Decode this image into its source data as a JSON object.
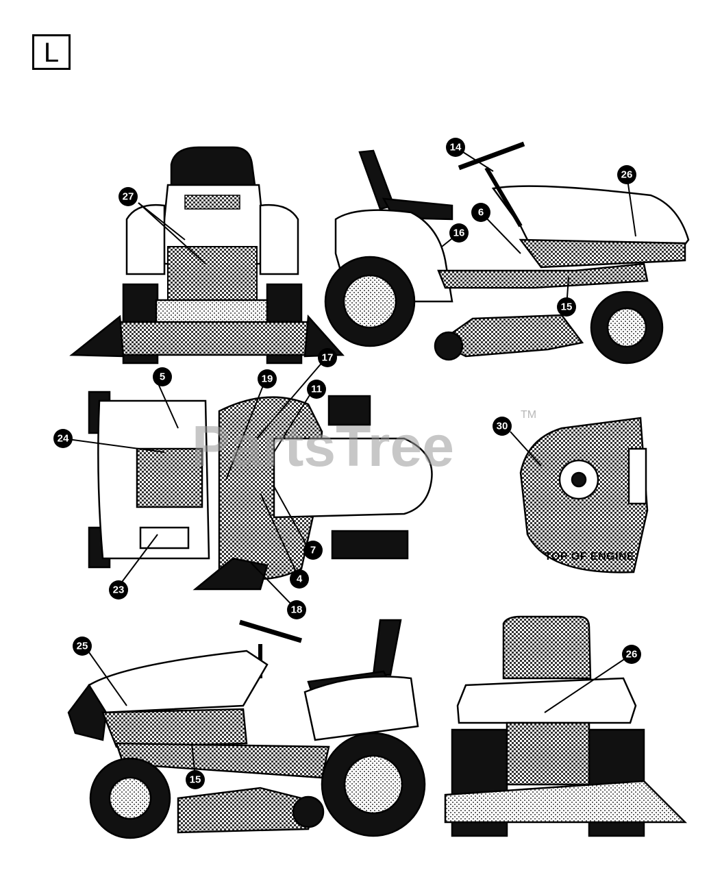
{
  "section": {
    "letter": "L"
  },
  "captions": {
    "top_of_engine": "TOP OF ENGINE"
  },
  "watermark": {
    "text": "PartsTree",
    "tm": "TM"
  },
  "callouts": {
    "c27": "27",
    "c14": "14",
    "c26a": "26",
    "c6": "6",
    "c16": "16",
    "c15a": "15",
    "c5": "5",
    "c19": "19",
    "c17": "17",
    "c11": "11",
    "c24": "24",
    "c7": "7",
    "c4": "4",
    "c23": "23",
    "c18": "18",
    "c30": "30",
    "c25": "25",
    "c15b": "15",
    "c26b": "26"
  },
  "colors": {
    "ink": "#000000",
    "paper": "#ffffff",
    "hatch": "#555555",
    "watermark": "#9a9a9a"
  }
}
